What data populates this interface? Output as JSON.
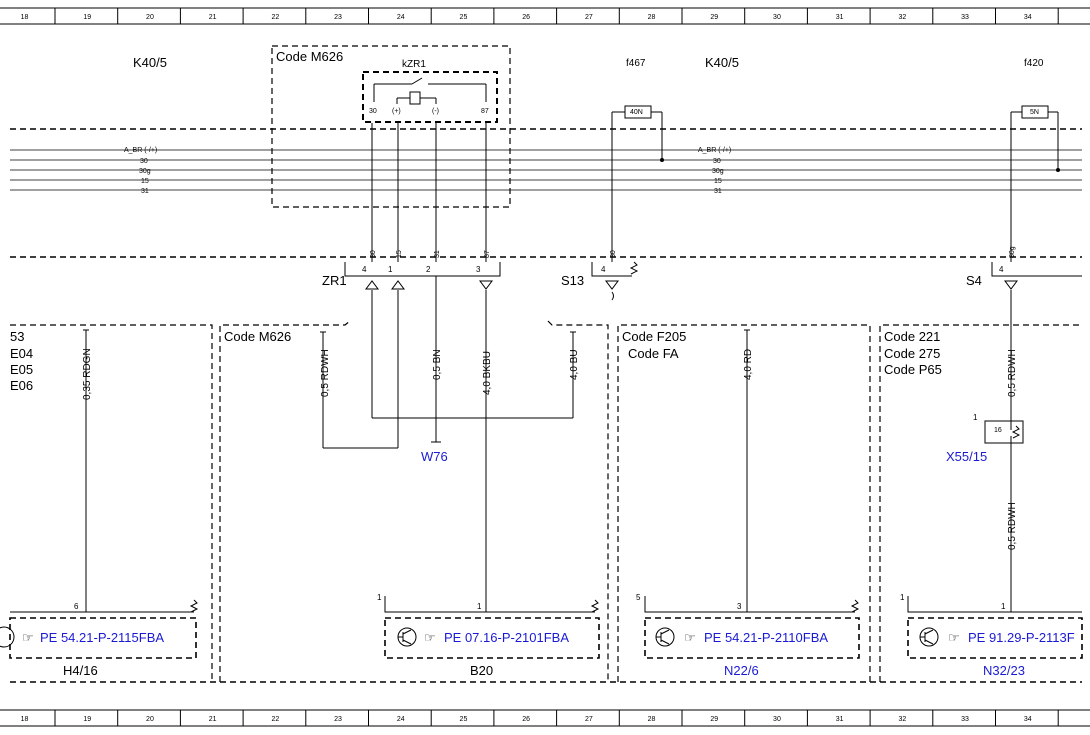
{
  "ruler": [
    "18",
    "19",
    "20",
    "21",
    "22",
    "23",
    "24",
    "25",
    "26",
    "27",
    "28",
    "29",
    "30",
    "31",
    "32",
    "33",
    "34"
  ],
  "labels": {
    "k40_left": "K40/5",
    "k40_right": "K40/5",
    "code_m626_top": "Code M626",
    "kzr1": "kZR1",
    "f467": "f467",
    "f420": "f420",
    "zr1": "ZR1",
    "s13": "S13",
    "s4": "S4",
    "code_m626_mid": "Code M626",
    "code_f205": "Code F205",
    "code_fa": "Code FA",
    "code_221": "Code 221",
    "code_275": "Code 275",
    "code_p65": "Code P65",
    "left_codes": [
      "53",
      "E04",
      "E05",
      "E06"
    ],
    "w76": "W76",
    "x55": "X55/15",
    "h416": "H4/16",
    "b20": "B20",
    "n226": "N22/6",
    "n3223": "N32/23"
  },
  "relay_pins": [
    "30",
    "(+)",
    "(-)",
    "87"
  ],
  "fuses": {
    "f467": "40N",
    "f420": "5N"
  },
  "bus_lines": [
    {
      "name": "A_BR (-/+)",
      "y_label_left": "A_BR (-/+)",
      "y_label_right": "A_BR (-/+)"
    },
    {
      "name": "30"
    },
    {
      "name": "30g"
    },
    {
      "name": "15"
    },
    {
      "name": "31"
    }
  ],
  "zr1_pins": {
    "wires": [
      "30",
      "15",
      "31",
      "87"
    ],
    "numbers": [
      "4",
      "1",
      "2",
      "3"
    ]
  },
  "s13_pin": {
    "wire": "30",
    "number": "4"
  },
  "s4_pin": {
    "wire": "30g",
    "number": "4"
  },
  "wires": {
    "rdgn": "0,35 RDGN",
    "rdwh_mid": "0,5 RDWH",
    "bn": "0,5 BN",
    "bkbu": "4,0 BKBU",
    "bu": "4,0 BU",
    "rd": "4,0 RD",
    "rdwh_r1": "0,5 RDWH",
    "rdwh_r2": "0,5 RDWH"
  },
  "connector_pins": {
    "h416": "6",
    "b20_a": "1",
    "b20_b": "1",
    "n226_a": "5",
    "n226_b": "3",
    "n3223_a": "1",
    "n3223_b": "1",
    "x55_a": "1",
    "x55_b": "16"
  },
  "pe_refs": {
    "h416": "PE 54.21-P-2115FBA",
    "b20": "PE 07.16-P-2101FBA",
    "n226": "PE 54.21-P-2110FBA",
    "n3223": "PE 91.29-P-2113F"
  }
}
